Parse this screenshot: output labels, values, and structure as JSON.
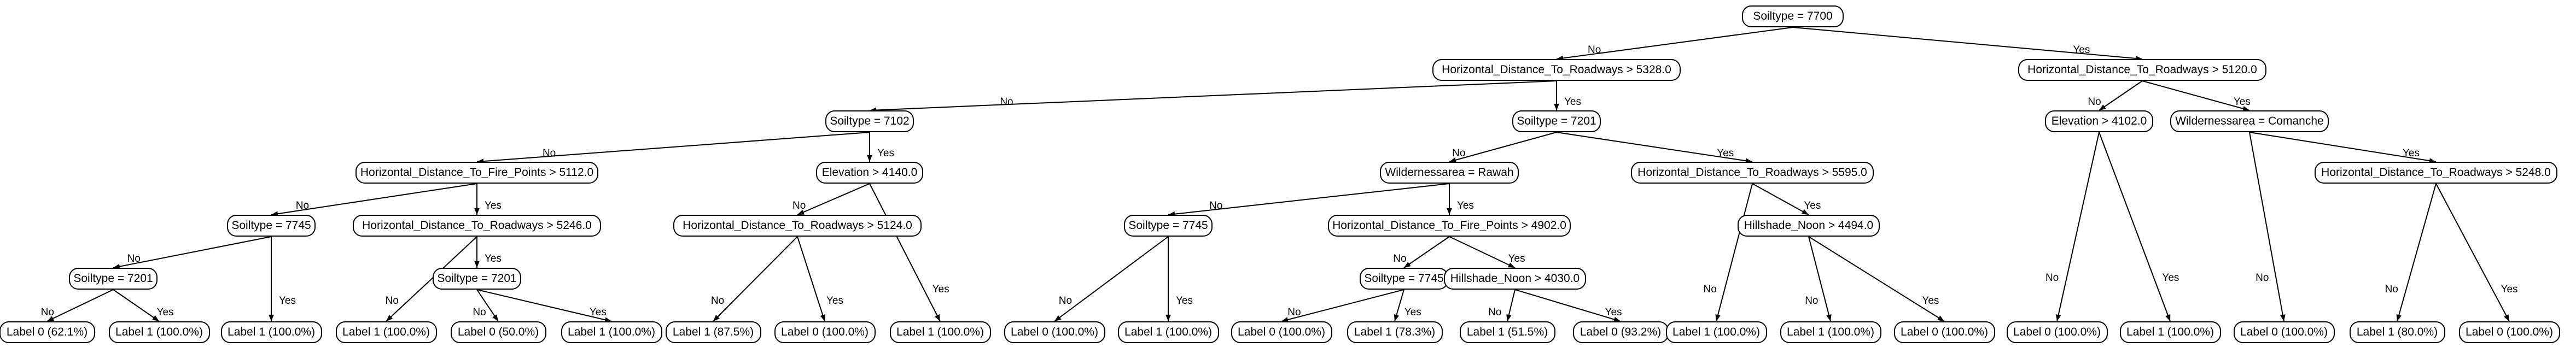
{
  "tree": {
    "branch_labels": {
      "no": "No",
      "yes": "Yes"
    },
    "nodes": [
      {
        "id": "n0",
        "label": "Soiltype = 7700"
      },
      {
        "id": "n1",
        "label": "Horizontal_Distance_To_Roadways > 5328.0"
      },
      {
        "id": "n2",
        "label": "Horizontal_Distance_To_Roadways > 5120.0"
      },
      {
        "id": "n3",
        "label": "Soiltype = 7102"
      },
      {
        "id": "n4",
        "label": "Soiltype = 7201"
      },
      {
        "id": "n5",
        "label": "Elevation > 4102.0"
      },
      {
        "id": "n6",
        "label": "Wildernessarea = Comanche"
      },
      {
        "id": "n7",
        "label": "Horizontal_Distance_To_Fire_Points > 5112.0"
      },
      {
        "id": "n8",
        "label": "Elevation > 4140.0"
      },
      {
        "id": "n9",
        "label": "Wildernessarea = Rawah"
      },
      {
        "id": "n10",
        "label": "Horizontal_Distance_To_Roadways > 5595.0"
      },
      {
        "id": "n11",
        "label": "Horizontal_Distance_To_Roadways > 5248.0"
      },
      {
        "id": "n12",
        "label": "Soiltype = 7745"
      },
      {
        "id": "n13",
        "label": "Horizontal_Distance_To_Roadways > 5246.0"
      },
      {
        "id": "n14",
        "label": "Horizontal_Distance_To_Roadways > 5124.0"
      },
      {
        "id": "n15",
        "label": "Soiltype = 7745"
      },
      {
        "id": "n16",
        "label": "Horizontal_Distance_To_Fire_Points > 4902.0"
      },
      {
        "id": "n17",
        "label": "Hillshade_Noon > 4494.0"
      },
      {
        "id": "n18",
        "label": "Soiltype = 7201"
      },
      {
        "id": "n19",
        "label": "Soiltype = 7201"
      },
      {
        "id": "n20",
        "label": "Soiltype = 7745"
      },
      {
        "id": "n21",
        "label": "Hillshade_Noon > 4030.0"
      },
      {
        "id": "l0",
        "label": "Label 0 (62.1%)"
      },
      {
        "id": "l1",
        "label": "Label 1 (100.0%)"
      },
      {
        "id": "l2",
        "label": "Label 1 (100.0%)"
      },
      {
        "id": "l3",
        "label": "Label 1 (100.0%)"
      },
      {
        "id": "l4",
        "label": "Label 0 (50.0%)"
      },
      {
        "id": "l5",
        "label": "Label 1 (100.0%)"
      },
      {
        "id": "l6",
        "label": "Label 1 (87.5%)"
      },
      {
        "id": "l7",
        "label": "Label 0 (100.0%)"
      },
      {
        "id": "l8",
        "label": "Label 1 (100.0%)"
      },
      {
        "id": "l9",
        "label": "Label 0 (100.0%)"
      },
      {
        "id": "l10",
        "label": "Label 1 (100.0%)"
      },
      {
        "id": "l11",
        "label": "Label 0 (100.0%)"
      },
      {
        "id": "l12",
        "label": "Label 1 (78.3%)"
      },
      {
        "id": "l13",
        "label": "Label 1 (51.5%)"
      },
      {
        "id": "l14",
        "label": "Label 0 (93.2%)"
      },
      {
        "id": "l15",
        "label": "Label 1 (100.0%)"
      },
      {
        "id": "l16",
        "label": "Label 1 (100.0%)"
      },
      {
        "id": "l17",
        "label": "Label 0 (100.0%)"
      },
      {
        "id": "l18",
        "label": "Label 0 (100.0%)"
      },
      {
        "id": "l19",
        "label": "Label 1 (100.0%)"
      },
      {
        "id": "l20",
        "label": "Label 0 (100.0%)"
      },
      {
        "id": "l21",
        "label": "Label 1 (80.0%)"
      },
      {
        "id": "l22",
        "label": "Label 0 (100.0%)"
      }
    ],
    "edges": [
      {
        "from": "n0",
        "to": "n1",
        "branch": "no"
      },
      {
        "from": "n0",
        "to": "n2",
        "branch": "yes"
      },
      {
        "from": "n1",
        "to": "n3",
        "branch": "no"
      },
      {
        "from": "n1",
        "to": "n4",
        "branch": "yes"
      },
      {
        "from": "n2",
        "to": "n5",
        "branch": "no"
      },
      {
        "from": "n2",
        "to": "n6",
        "branch": "yes"
      },
      {
        "from": "n3",
        "to": "n7",
        "branch": "no"
      },
      {
        "from": "n3",
        "to": "n8",
        "branch": "yes"
      },
      {
        "from": "n4",
        "to": "n9",
        "branch": "no"
      },
      {
        "from": "n4",
        "to": "n10",
        "branch": "yes"
      },
      {
        "from": "n5",
        "to": "l18",
        "branch": "no"
      },
      {
        "from": "n5",
        "to": "l19",
        "branch": "yes"
      },
      {
        "from": "n6",
        "to": "l20",
        "branch": "no"
      },
      {
        "from": "n6",
        "to": "n11",
        "branch": "yes"
      },
      {
        "from": "n7",
        "to": "n12",
        "branch": "no"
      },
      {
        "from": "n7",
        "to": "n13",
        "branch": "yes"
      },
      {
        "from": "n8",
        "to": "n14",
        "branch": "no"
      },
      {
        "from": "n8",
        "to": "l8",
        "branch": "yes"
      },
      {
        "from": "n9",
        "to": "n15",
        "branch": "no"
      },
      {
        "from": "n9",
        "to": "n16",
        "branch": "yes"
      },
      {
        "from": "n10",
        "to": "l15",
        "branch": "no"
      },
      {
        "from": "n10",
        "to": "n17",
        "branch": "yes"
      },
      {
        "from": "n11",
        "to": "l21",
        "branch": "no"
      },
      {
        "from": "n11",
        "to": "l22",
        "branch": "yes"
      },
      {
        "from": "n12",
        "to": "n18",
        "branch": "no"
      },
      {
        "from": "n12",
        "to": "l2",
        "branch": "yes"
      },
      {
        "from": "n13",
        "to": "l3",
        "branch": "no"
      },
      {
        "from": "n13",
        "to": "n19",
        "branch": "yes"
      },
      {
        "from": "n14",
        "to": "l6",
        "branch": "no"
      },
      {
        "from": "n14",
        "to": "l7",
        "branch": "yes"
      },
      {
        "from": "n15",
        "to": "l9",
        "branch": "no"
      },
      {
        "from": "n15",
        "to": "l10",
        "branch": "yes"
      },
      {
        "from": "n16",
        "to": "n20",
        "branch": "no"
      },
      {
        "from": "n16",
        "to": "n21",
        "branch": "yes"
      },
      {
        "from": "n17",
        "to": "l16",
        "branch": "no"
      },
      {
        "from": "n17",
        "to": "l17",
        "branch": "yes"
      },
      {
        "from": "n18",
        "to": "l0",
        "branch": "no"
      },
      {
        "from": "n18",
        "to": "l1",
        "branch": "yes"
      },
      {
        "from": "n19",
        "to": "l4",
        "branch": "no"
      },
      {
        "from": "n19",
        "to": "l5",
        "branch": "yes"
      },
      {
        "from": "n20",
        "to": "l11",
        "branch": "no"
      },
      {
        "from": "n20",
        "to": "l12",
        "branch": "yes"
      },
      {
        "from": "n21",
        "to": "l13",
        "branch": "no"
      },
      {
        "from": "n21",
        "to": "l14",
        "branch": "yes"
      }
    ]
  }
}
